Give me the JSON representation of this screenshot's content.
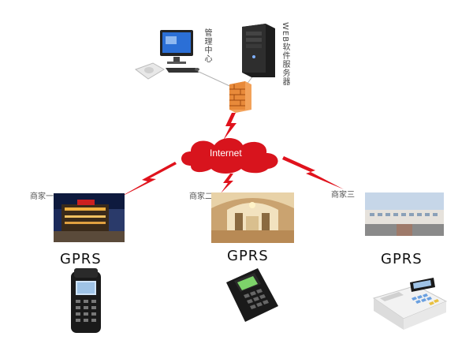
{
  "center": {
    "management_label": "管理中心",
    "server_label": "WEB软件服务器",
    "cloud_label": "Internet"
  },
  "merchants": [
    {
      "label": "商家一",
      "network": "GPRS"
    },
    {
      "label": "商家二",
      "network": "GPRS"
    },
    {
      "label": "商家三",
      "network": "GPRS"
    }
  ],
  "colors": {
    "cloud": "#d8141d",
    "lightning": "#e0121c",
    "firewall": "#e88a3a"
  }
}
